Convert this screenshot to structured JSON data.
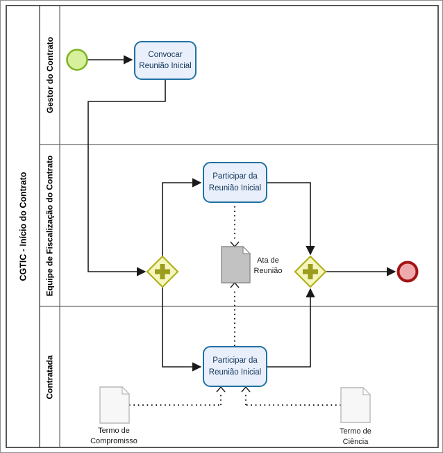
{
  "diagram": {
    "pool_title": "CGTIC - Início do Contrato",
    "lanes": [
      {
        "label": "Gestor do Contrato"
      },
      {
        "label": "Equipe de Fiscalização do Contrato"
      },
      {
        "label": "Contratada"
      }
    ],
    "nodes": {
      "start_event": {
        "type": "start-event"
      },
      "end_event": {
        "type": "end-event"
      },
      "task_convocar": {
        "label": "Convocar Reunião Inicial"
      },
      "task_participar_fiscalizacao": {
        "label": "Participar da Reunião Inicial"
      },
      "task_participar_contratada": {
        "label": "Participar da Reunião Inicial"
      },
      "gateway_split": {
        "type": "parallel-gateway"
      },
      "gateway_join": {
        "type": "parallel-gateway"
      },
      "doc_ata": {
        "label": "Ata de Reunião"
      },
      "doc_termo_compromisso": {
        "label": "Termo de Compromisso"
      },
      "doc_termo_ciencia": {
        "label": "Termo de Ciência"
      }
    },
    "colors": {
      "line": "#1a1a1a",
      "pool_border": "#2e2e2e",
      "lane_border": "#666666",
      "task_fill": "#e9effb",
      "task_border": "#2071a1",
      "task_text": "#12365a",
      "gateway_fill": "#f5f6bd",
      "gateway_border": "#b0b01e",
      "gateway_plus": "#9c9c1e",
      "start_fill": "#d8f09c",
      "start_border": "#7cb521",
      "end_fill": "#efabab",
      "end_border": "#a31414",
      "doc_dark_fill": "#c2c2c2",
      "doc_dark_border": "#8c8c8c",
      "doc_light_fill": "#f7f7f7",
      "doc_light_border": "#b9b9b9",
      "label_text": "#1a1a1a"
    }
  }
}
